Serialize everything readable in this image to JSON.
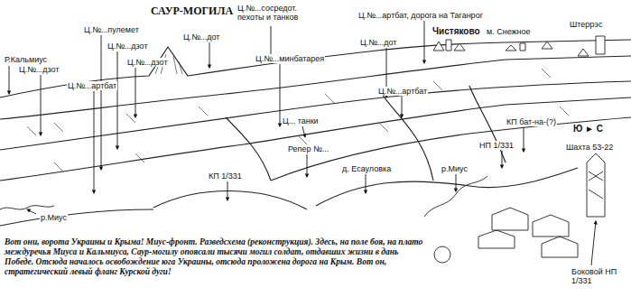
{
  "diagram": {
    "caption": "Вот они, ворота Украины и Крыма! Миус-фронт. Разведсхема (реконструкция). Здесь, на поле боя, на плато междуречья Миуса и Кальмиуса, Саур-могилу опоясали тысячи могил солдат, отдавших жизни в дань Победе. Отсюда началось освобождение юга Украины, отсюда проложена дорога на Крым. Вот он, стратегический левый фланг Курской дуги!",
    "labels": [
      "Р.Кальмиус",
      "Ц.№...пулемет",
      "Ц.№...дзот",
      "Ц.№...дзот",
      "САУР-МОГИЛА",
      "Ц.№...дот",
      "Ц.№...сосредот. пехоты и танков",
      "Ц.№...артбат, дорога на Таганрог",
      "Чистяково",
      "м. Снежное",
      "Штеррэс",
      "Ц.№...дзот",
      "Ц.№...артбат",
      "Ц.№...минбатарея",
      "Ц.№...дот",
      "Ц.№...артбат",
      "Ц... танки",
      "Репер №...",
      "КП бат-на-(?)",
      "Ю ► С",
      "Шахта 53-22",
      "НП 1/331",
      "д. Есауловка",
      "р.Миус",
      "КП 1/331",
      "р.Миус",
      "Боковой НП 1/331"
    ]
  }
}
